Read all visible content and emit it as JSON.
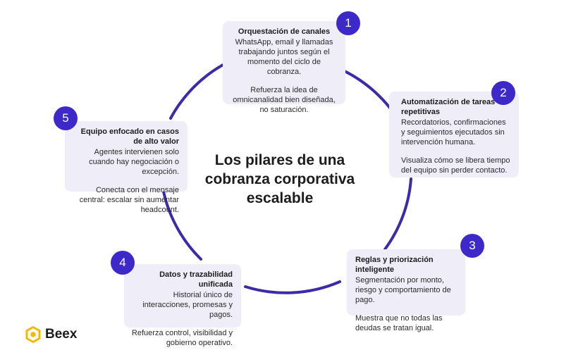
{
  "title": "Los pilares de una cobranza corporativa escalable",
  "pillars": [
    {
      "number": "1",
      "title": "Orquestación de canales",
      "body": "WhatsApp, email y llamadas trabajando juntos según el momento del ciclo de cobranza.",
      "note": "Refuerza la idea de omnicanalidad bien diseñada, no saturación."
    },
    {
      "number": "2",
      "title": "Automatización de tareas repetitivas",
      "body": "Recordatorios, confirmaciones y seguimientos ejecutados sin intervención humana.",
      "note": "Visualiza cómo se libera tiempo del equipo sin perder contacto."
    },
    {
      "number": "3",
      "title": "Reglas y priorización inteligente",
      "body": "Segmentación por monto, riesgo y comportamiento de pago.",
      "note": "Muestra que no todas las deudas se tratan igual."
    },
    {
      "number": "4",
      "title": "Datos y trazabilidad unificada",
      "body": "Historial único de interacciones, promesas y pagos.",
      "note": "Refuerza control, visibilidad y gobierno operativo."
    },
    {
      "number": "5",
      "title": "Equipo enfocado en casos de alto valor",
      "body": "Agentes intervienen solo cuando hay negociación o excepción.",
      "note": "Conecta con el mensaje central: escalar sin aumentar headcount."
    }
  ],
  "brand": {
    "name": "Beex",
    "logo_color": "#f5b800"
  },
  "colors": {
    "accent": "#3d28c9",
    "ring": "#3d2aa8",
    "card": "#efedf8"
  }
}
